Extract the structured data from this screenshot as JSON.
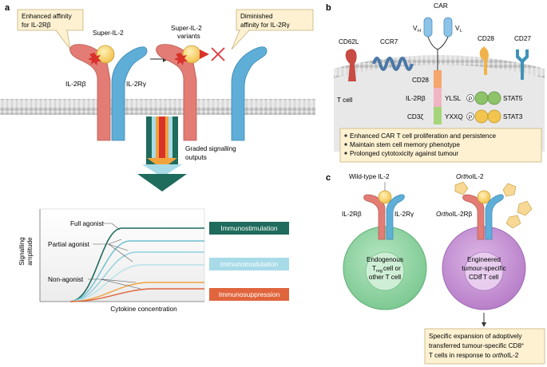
{
  "panel_a": {
    "label": "a",
    "callout_left": [
      "Enhanced affinity",
      "for IL-2Rβ"
    ],
    "callout_right": [
      "Diminished",
      "affinity for IL-2Rγ"
    ],
    "ligand": "Super-IL-2",
    "variants": [
      "Super-IL-2",
      "variants"
    ],
    "receptor_beta": "IL-2Rβ",
    "receptor_gamma": "IL-2Rγ",
    "graded": [
      "Graded signalling",
      "outputs"
    ],
    "plot": {
      "ylabel": [
        "Signalling",
        "amplitude"
      ],
      "xlabel": "Cytokine concentration",
      "agonists": [
        "Full agonist",
        "Partial agonist",
        "Non-agonist"
      ],
      "outcomes": [
        "Immunostimulation",
        "Immunomodulation",
        "Immunosuppression"
      ]
    }
  },
  "panel_b": {
    "label": "b",
    "car": "CAR",
    "vh": "V",
    "vh_sub": "H",
    "vl": "V",
    "vl_sub": "L",
    "markers": [
      "CD62L",
      "CCR7",
      "CD28",
      "CD27"
    ],
    "cell": "T cell",
    "domains": [
      "CD28",
      "IL-2Rβ",
      "CD3ζ"
    ],
    "motifs": [
      "YLSL",
      "YXXQ"
    ],
    "stats": [
      "STAT5",
      "STAT3"
    ],
    "phos": "P",
    "bullets": [
      "Enhanced CAR T cell proliferation and persistence",
      "Maintain stem cell memory phenotype",
      "Prolonged cytotoxicity against tumour"
    ]
  },
  "panel_c": {
    "label": "c",
    "wt": "Wild-type IL-2",
    "ortho": "Ortho",
    "ortho_suffix": "IL-2",
    "beta": "IL-2Rβ",
    "gamma": "IL-2Rγ",
    "ortho_beta": "IL-2Rβ",
    "left_cell": [
      "Endogenous",
      "T",
      "reg",
      "cell or",
      "other T cell"
    ],
    "right_cell": [
      "Engineered",
      "tumour-specific",
      "CD8",
      "+",
      "T cell"
    ],
    "outcome": [
      "Specific expansion of adoptively",
      "transferred tumour-specific CD8",
      "+",
      "T cells in response to ",
      "ortho",
      "IL-2"
    ]
  },
  "colors": {
    "beta": "#e27c74",
    "gamma": "#5eaed8",
    "ligand": "#f7d26a",
    "membrane": "#cfcfcf",
    "callout": "#fdf1d2",
    "dark_green": "#1f6b5c",
    "light_blue": "#a8dbe8",
    "orange_red": "#e0653d",
    "green_cell": "#8fd3a0",
    "purple_cell": "#c58fd3"
  }
}
